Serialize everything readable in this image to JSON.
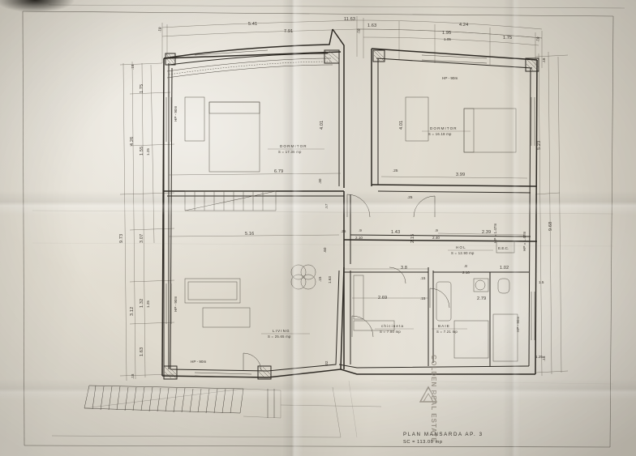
{
  "document": {
    "type": "architectural-floor-plan",
    "title_line1": "PLAN MANSARDA AP. 3",
    "title_line2": "SC = 113.00 mp",
    "watermark": "GOLDEN REAL ESTATE",
    "paper_color": "#ded9cd",
    "ink_color": "#2e2a24"
  },
  "rooms": [
    {
      "id": "dormitor-1",
      "name": "DORMITOR",
      "area": "S = 17.36 mp"
    },
    {
      "id": "dormitor-2",
      "name": "DORMITOR",
      "area": "S = 16.18 mp"
    },
    {
      "id": "living",
      "name": "LIVING",
      "area": "S = 25.65 mp"
    },
    {
      "id": "hol",
      "name": "HOL",
      "area": "S = 12.90 mp"
    },
    {
      "id": "chicineta",
      "name": "chicineta",
      "area": "S = 7.00 mp"
    },
    {
      "id": "baie",
      "name": "BAIE",
      "area": "S = 7.21 mp"
    }
  ],
  "dimensions": {
    "top_outer": [
      "11.63"
    ],
    "top_chain_1": [
      "5.41",
      "1.63"
    ],
    "top_chain_2": [
      "7.91",
      "4.24"
    ],
    "top_chain_3": [
      "1.95",
      "1.75"
    ],
    "top_chain_4": [
      "1.05"
    ],
    "top_edges": [
      ".18",
      ".18",
      ".18"
    ],
    "left_outer": "9.73",
    "left_chain_1": [
      "4.26",
      "3.12"
    ],
    "left_chain_2": [
      "1.75",
      "1.55",
      "3.07",
      "1.32",
      "1.63"
    ],
    "left_chain_3": [
      "1.25",
      "1.25"
    ],
    "left_edges": [
      ".18",
      ".18",
      ".18"
    ],
    "right_outer": "9.68",
    "right_chain": [
      "5.23"
    ],
    "right_edges": [
      ".18",
      ".18",
      ".18"
    ],
    "interior": [
      "6.79",
      "5.16",
      "3.99",
      "4.01",
      "4.01",
      "2.39",
      "1.43",
      "2.15",
      "2.10",
      "2.40",
      "3.8",
      "2.69",
      "2.79",
      "1.02",
      "1.5"
    ],
    "small": [
      ".25",
      ".25",
      ".25",
      ".9",
      ".9",
      ".8",
      ".15",
      ".15",
      ".15",
      ".57",
      ".9",
      ".30",
      ".02",
      ".60"
    ]
  },
  "annotations": {
    "window_labels": [
      "HP - 90m",
      "HP - 90m",
      "HP - 90m",
      "HP - 90m",
      "HP - 90m"
    ],
    "door_labels": [
      "HP = 1.47m",
      "HP = 1.47m"
    ],
    "electrical": [
      "E.E.C."
    ]
  },
  "features": {
    "balcony_rail": "hatched-balcony-bottom-left",
    "stairs": "stair-run-bottom-left",
    "furniture": [
      "bed",
      "bed",
      "sofa",
      "table",
      "kitchen-counter",
      "bathtub",
      "sink",
      "wc",
      "wardrobe"
    ]
  }
}
